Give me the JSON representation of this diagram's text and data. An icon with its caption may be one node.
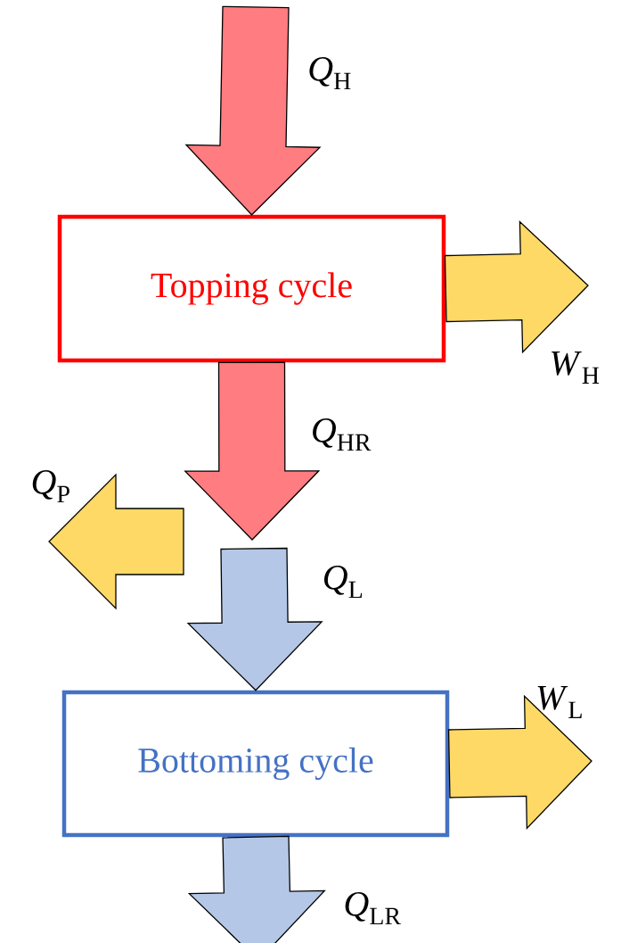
{
  "diagram": {
    "nodes": [
      {
        "text": [
          "Topping cycle"
        ]
      },
      {
        "text": [
          "Bottoming cycle"
        ]
      }
    ],
    "edges": [
      {
        "from": null,
        "to": 0,
        "arrow": "to",
        "label": "*Q*$_{H}$",
        "color": "#ff7c80"
      },
      {
        "from": 0,
        "to": null,
        "arrow": "to",
        "label": "*W*$_{H}$",
        "color": "#ffd966"
      },
      {
        "from": 0,
        "to": null,
        "arrow": "to",
        "label": "*Q*$_{HR}$",
        "color": "#ff7c80"
      },
      {
        "from": null,
        "to": 1,
        "arrow": "to",
        "label": "*Q*$_{L}$",
        "color": "#b4c7e7"
      },
      {
        "from": 1,
        "to": null,
        "arrow": "to",
        "label": "*W*$_{L}$",
        "color": "#ffd966"
      },
      {
        "from": 1,
        "to": null,
        "arrow": "to",
        "label": "*Q*$_{LR}$",
        "color": "#b4c7e7"
      }
    ],
    "labels": [
      "*Q*$_{P}$"
    ]
  }
}
